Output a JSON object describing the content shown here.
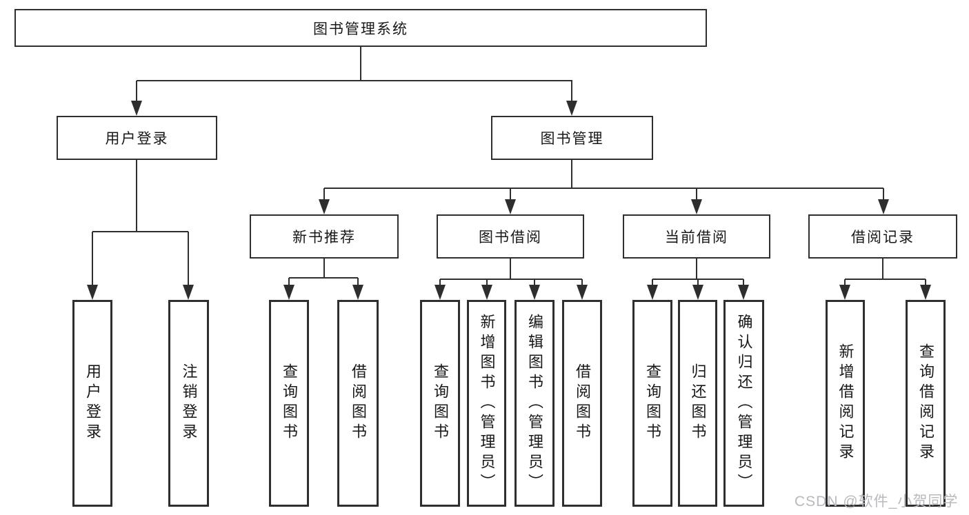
{
  "diagram": {
    "root": "图书管理系统",
    "children": [
      {
        "label": "用户登录",
        "children": [
          "用户登录",
          "注销登录"
        ]
      },
      {
        "label": "图书管理",
        "children": [
          {
            "label": "新书推荐",
            "children": [
              "查询图书",
              "借阅图书"
            ]
          },
          {
            "label": "图书借阅",
            "children": [
              "查询图书",
              "新增图书（管理员）",
              "编辑图书（管理员）",
              "借阅图书"
            ]
          },
          {
            "label": "当前借阅",
            "children": [
              "查询图书",
              "归还图书",
              "确认归还（管理员）"
            ]
          },
          {
            "label": "借阅记录",
            "children": [
              "新增借阅记录",
              "查询借阅记录"
            ]
          }
        ]
      }
    ]
  },
  "colors": {
    "line": "#2e2e2e",
    "box_border": "#2e2e2e",
    "text": "#181818",
    "watermark": "#b9b9be"
  },
  "watermark": {
    "text": "CSDN @软件_小贺同学"
  }
}
